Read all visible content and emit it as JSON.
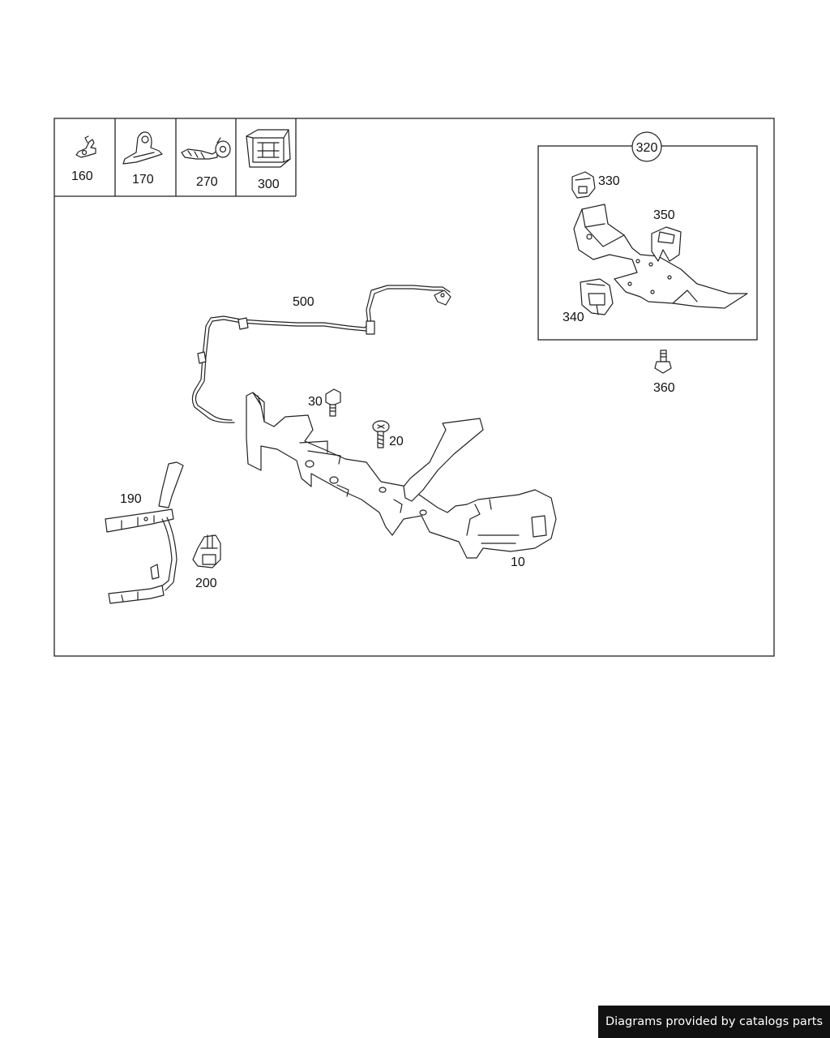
{
  "legend_parts": [
    {
      "number": "160",
      "icon": "small-clip-icon"
    },
    {
      "number": "170",
      "icon": "mounting-bracket-icon"
    },
    {
      "number": "270",
      "icon": "ground-strap-icon"
    },
    {
      "number": "300",
      "icon": "holder-clip-icon"
    }
  ],
  "inset": {
    "group_number": "320",
    "part_numbers": {
      "p330": "330",
      "p350": "350",
      "p340": "340"
    }
  },
  "part_numbers": {
    "p360": "360",
    "p500": "500",
    "p30": "30",
    "p20": "20",
    "p190": "190",
    "p200": "200",
    "p10": "10"
  },
  "watermark": "Diagrams provided by catalogs parts"
}
